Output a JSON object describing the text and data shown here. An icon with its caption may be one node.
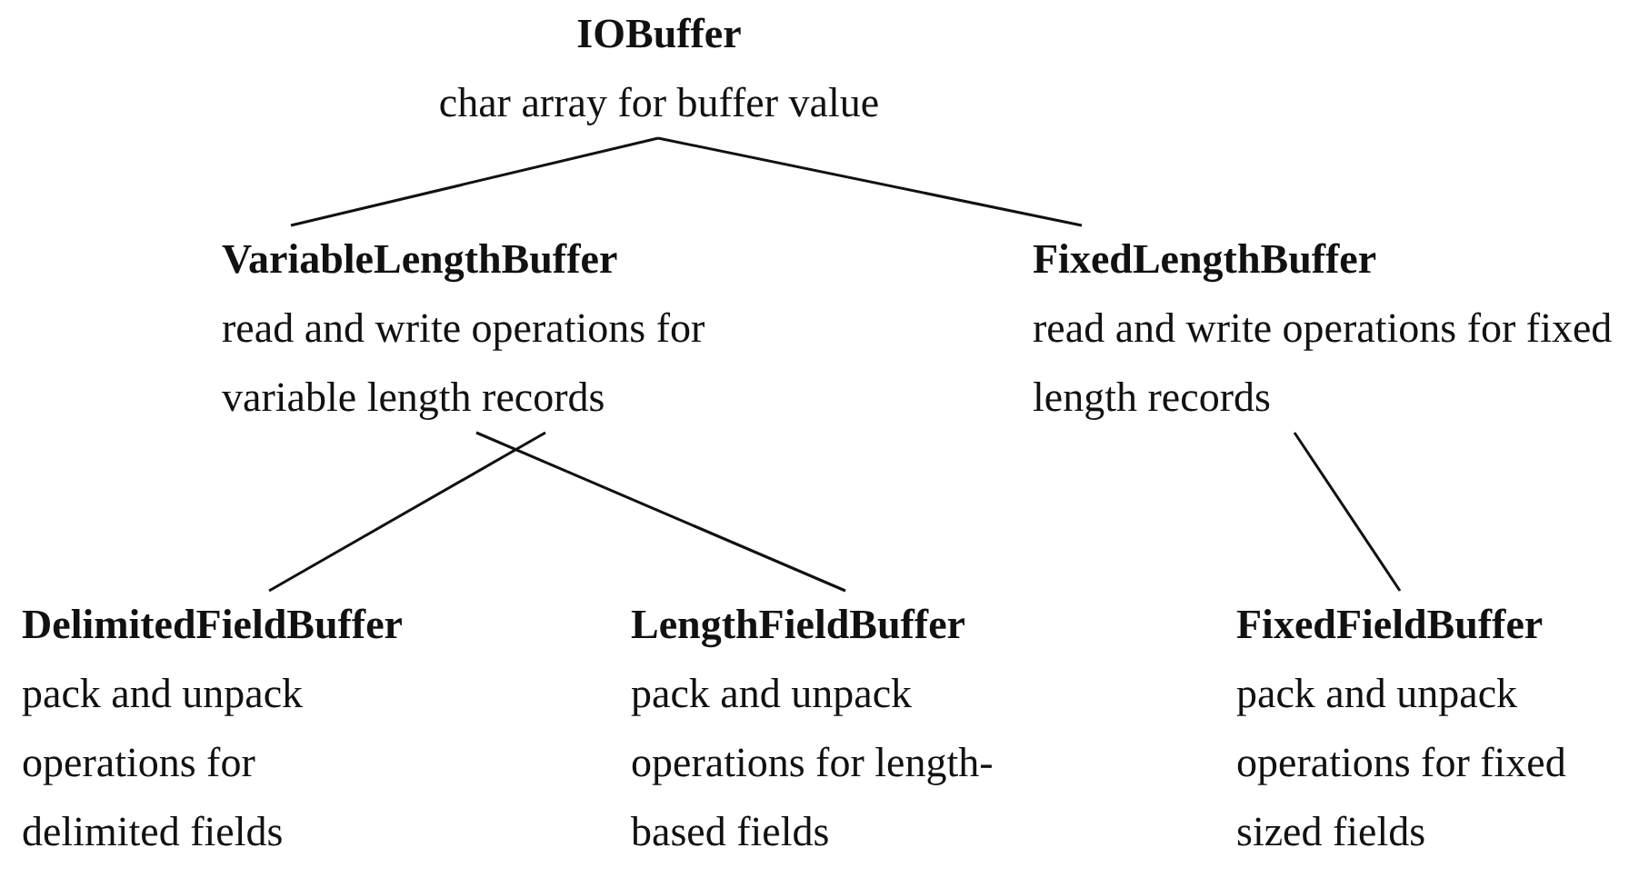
{
  "diagram": {
    "nodes": [
      {
        "text": [
          "IOBuffer",
          "char array for buffer value"
        ]
      },
      {
        "text": [
          "VariableLengthBuffer",
          "read and write operations for variable length records"
        ]
      },
      {
        "text": [
          "FixedLengthBuffer",
          "read and write operations for fixed length records"
        ]
      },
      {
        "text": [
          "DelimitedFieldBuffer",
          "pack and unpack operations for delimited fields"
        ]
      },
      {
        "text": [
          "LengthFieldBuffer",
          "pack and unpack operations for length-based fields"
        ]
      },
      {
        "text": [
          "FixedFieldBuffer",
          "pack and unpack operations for fixed sized fields"
        ]
      }
    ],
    "edges": [
      {
        "from": 0,
        "to": 1,
        "arrow": "none"
      },
      {
        "from": 0,
        "to": 2,
        "arrow": "none"
      },
      {
        "from": 1,
        "to": 3,
        "arrow": "none"
      },
      {
        "from": 1,
        "to": 4,
        "arrow": "none"
      },
      {
        "from": 2,
        "to": 5,
        "arrow": "none"
      }
    ]
  }
}
